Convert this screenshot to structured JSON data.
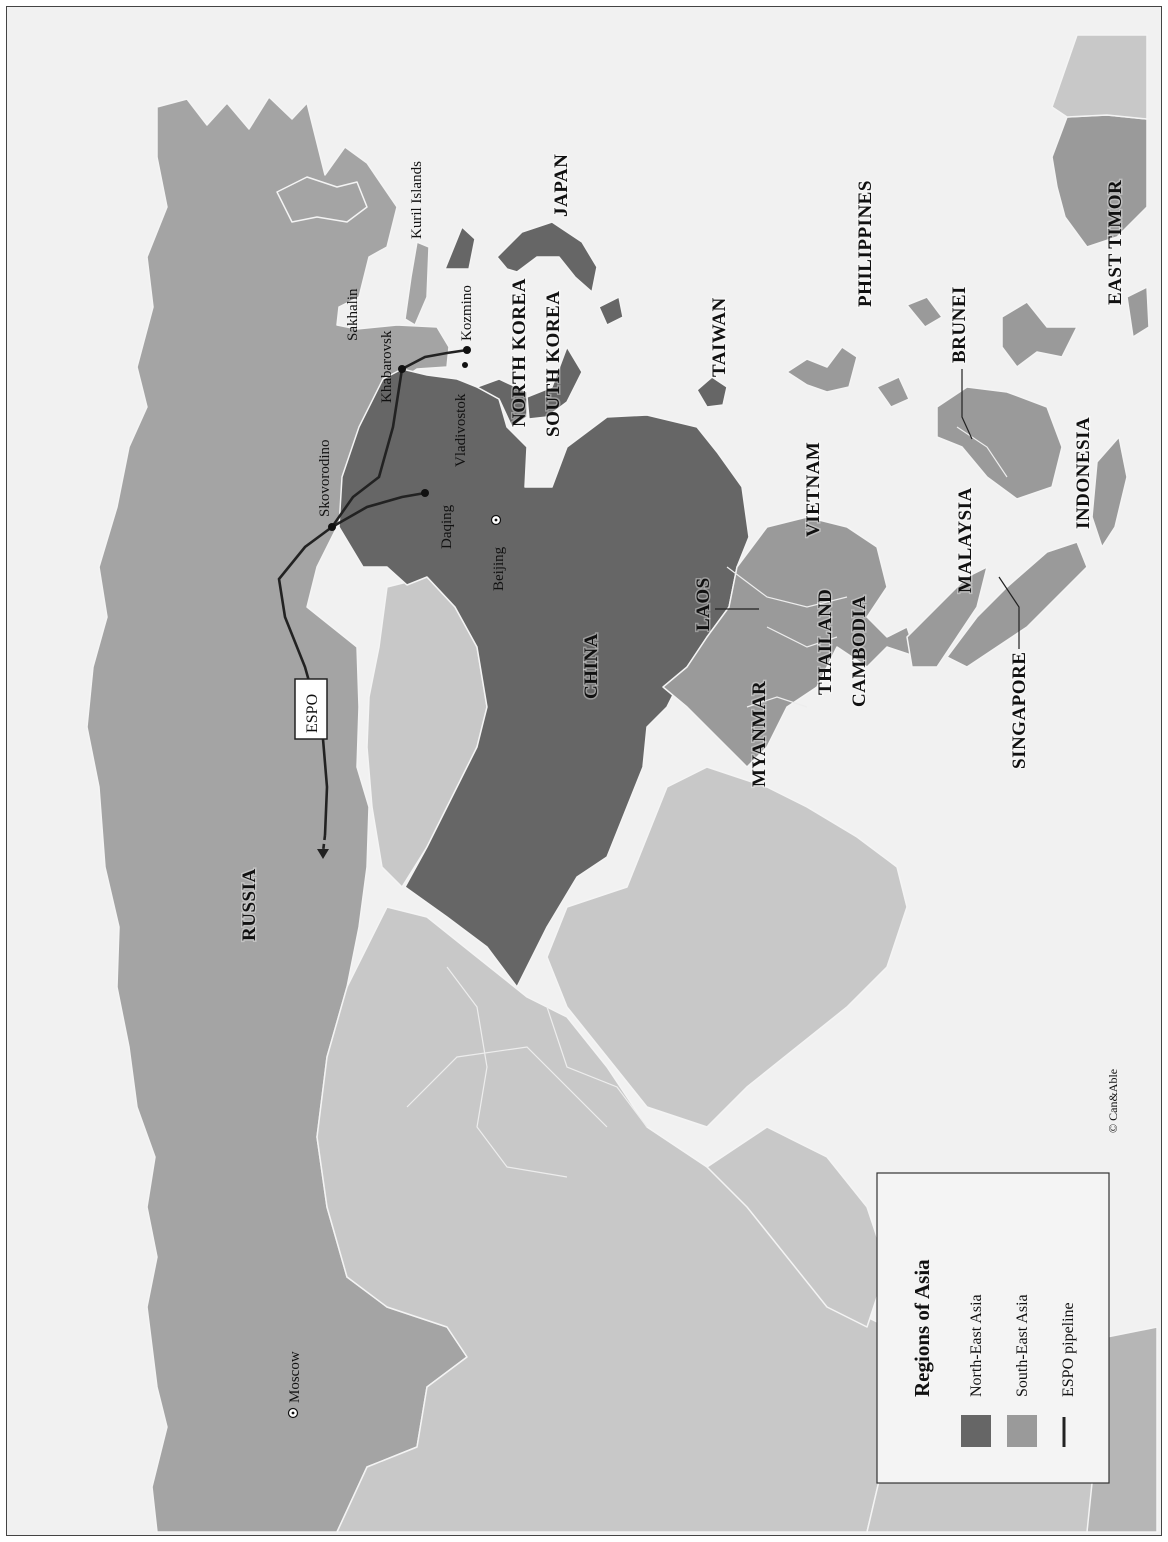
{
  "countries": {
    "russia": "RUSSIA",
    "china": "CHINA",
    "japan": "JAPAN",
    "north_korea": "NORTH KOREA",
    "south_korea": "SOUTH KOREA",
    "taiwan": "TAIWAN",
    "philippines": "PHILIPPINES",
    "vietnam": "VIETNAM",
    "laos": "LAOS",
    "thailand": "THAILAND",
    "cambodia": "CAMBODIA",
    "myanmar": "MYANMAR",
    "malaysia": "MALAYSIA",
    "singapore": "SINGAPORE",
    "brunei": "BRUNEI",
    "indonesia": "INDONESIA",
    "east_timor": "EAST TIMOR"
  },
  "places": {
    "kuril": "Kuril Islands",
    "sakhalin": "Sakhalin",
    "khabarovsk": "Khabarovsk",
    "kozmino": "Kozmino",
    "vladivostok": "Vladivostok",
    "skovorodino": "Skovorodino",
    "daqing": "Daqing",
    "beijing": "Beijing",
    "moscow": "Moscow"
  },
  "pipeline_label": "ESPO",
  "legend": {
    "title": "Regions of Asia",
    "items": [
      {
        "label": "North-East Asia",
        "color": "#666666"
      },
      {
        "label": "South-East Asia",
        "color": "#9a9a9a"
      },
      {
        "label": "ESPO pipeline",
        "color": "#222222"
      }
    ]
  },
  "credit": "© Can&Able",
  "colors": {
    "north_east_asia": "#666666",
    "south_east_asia": "#9a9a9a",
    "russia": "#a4a4a4",
    "other_land": "#c8c8c8",
    "sea": "#f1f1f1",
    "pipeline": "#222222"
  }
}
